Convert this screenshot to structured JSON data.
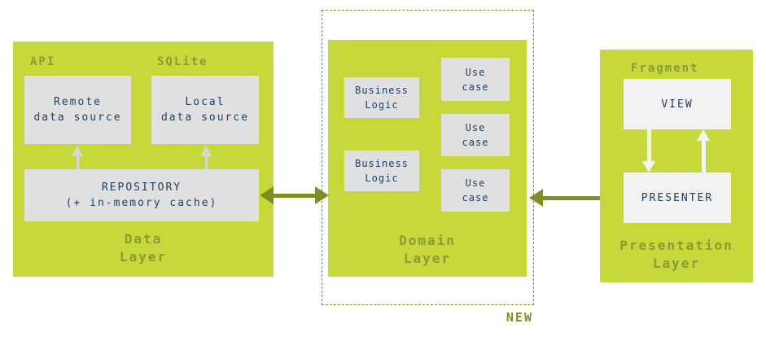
{
  "colors": {
    "lime": "#c7d93a",
    "olive": "#7f8e23",
    "label": "#8c9a35",
    "navy": "#1d4065",
    "box-gray": "#e0e0e0",
    "box-white": "#f2f2f2",
    "arrow-gray": "#d6d6d6",
    "arrow-white": "#f4f4f4",
    "background": "#ffffff"
  },
  "data_layer": {
    "title": "Data\nLayer",
    "api_label": "API",
    "sqlite_label": "SQLite",
    "remote_source": "Remote\ndata source",
    "local_source": "Local\ndata source",
    "repository": "REPOSITORY\n(+ in-memory cache)"
  },
  "domain_layer": {
    "title": "Domain\nLayer",
    "new_badge": "NEW",
    "business_logic": [
      "Business\nLogic",
      "Business\nLogic"
    ],
    "use_cases": [
      "Use\ncase",
      "Use\ncase",
      "Use\ncase"
    ]
  },
  "presentation_layer": {
    "title": "Presentation\nLayer",
    "fragment_label": "Fragment",
    "view": "VIEW",
    "presenter": "PRESENTER"
  }
}
